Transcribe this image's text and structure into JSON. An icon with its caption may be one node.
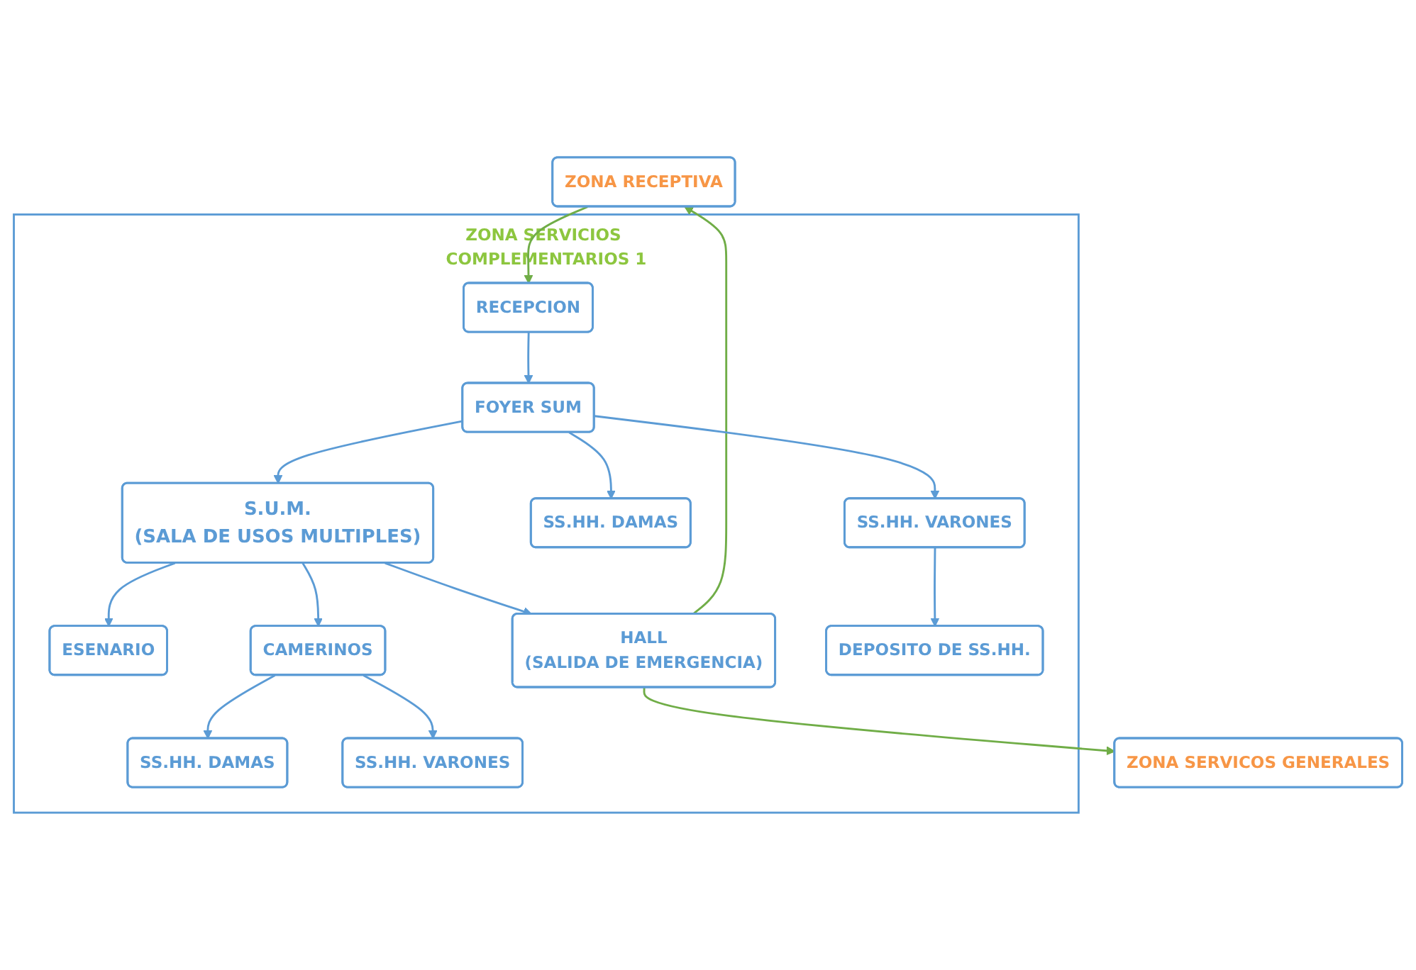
{
  "diagram": {
    "nodes": [
      {
        "text": [
          "ZONA SERVICIOS COMPLEMENTARIOS 1"
        ]
      },
      {
        "text": [
          "ESENARIO"
        ],
        "in": 0
      },
      {
        "text": [
          "S.U.M.",
          "(SALA DE USOS MULTIPLES)"
        ],
        "in": 0
      },
      {
        "text": [
          "SS.HH. DAMAS"
        ],
        "in": 0
      },
      {
        "text": [
          "CAMERINOS"
        ],
        "in": 0
      },
      {
        "text": [
          "SS.HH. VARONES"
        ],
        "in": 0
      },
      {
        "text": [
          "ZONA SERVICOS GENERALES"
        ]
      },
      {
        "text": [
          "HALL",
          "(SALIDA DE EMERGENCIA)"
        ],
        "in": 0
      },
      {
        "text": [
          "SS.HH. DAMAS"
        ],
        "in": 0
      },
      {
        "text": [
          "FOYER SUM"
        ],
        "in": 0
      },
      {
        "text": [
          "SS.HH. VARONES"
        ],
        "in": 0
      },
      {
        "text": [
          "RECEPCION"
        ],
        "in": 0
      },
      {
        "text": [
          "DEPOSITO DE SS.HH."
        ],
        "in": 0
      },
      {
        "text": [
          "ZONA RECEPTIVA"
        ]
      }
    ],
    "edges": [
      {
        "from": 2,
        "to": 1,
        "arrow": "to"
      },
      {
        "from": 4,
        "to": 3,
        "arrow": "to"
      },
      {
        "from": 4,
        "to": 5,
        "arrow": "to"
      },
      {
        "from": 2,
        "to": 4,
        "arrow": "to"
      },
      {
        "from": 2,
        "to": 7,
        "arrow": "to"
      },
      {
        "from": 7,
        "to": 6,
        "arrow": "to",
        "color": "#70ad47"
      },
      {
        "from": 7,
        "to": 13,
        "arrow": "to",
        "color": "#70ad47"
      },
      {
        "from": 13,
        "to": 11,
        "arrow": "to",
        "color": "#70ad47"
      },
      {
        "from": 11,
        "to": 9,
        "arrow": "to"
      },
      {
        "from": 9,
        "to": 2,
        "arrow": "to"
      },
      {
        "from": 9,
        "to": 8,
        "arrow": "to"
      },
      {
        "from": 9,
        "to": 10,
        "arrow": "to"
      },
      {
        "from": 10,
        "to": 12,
        "arrow": "to"
      }
    ]
  }
}
